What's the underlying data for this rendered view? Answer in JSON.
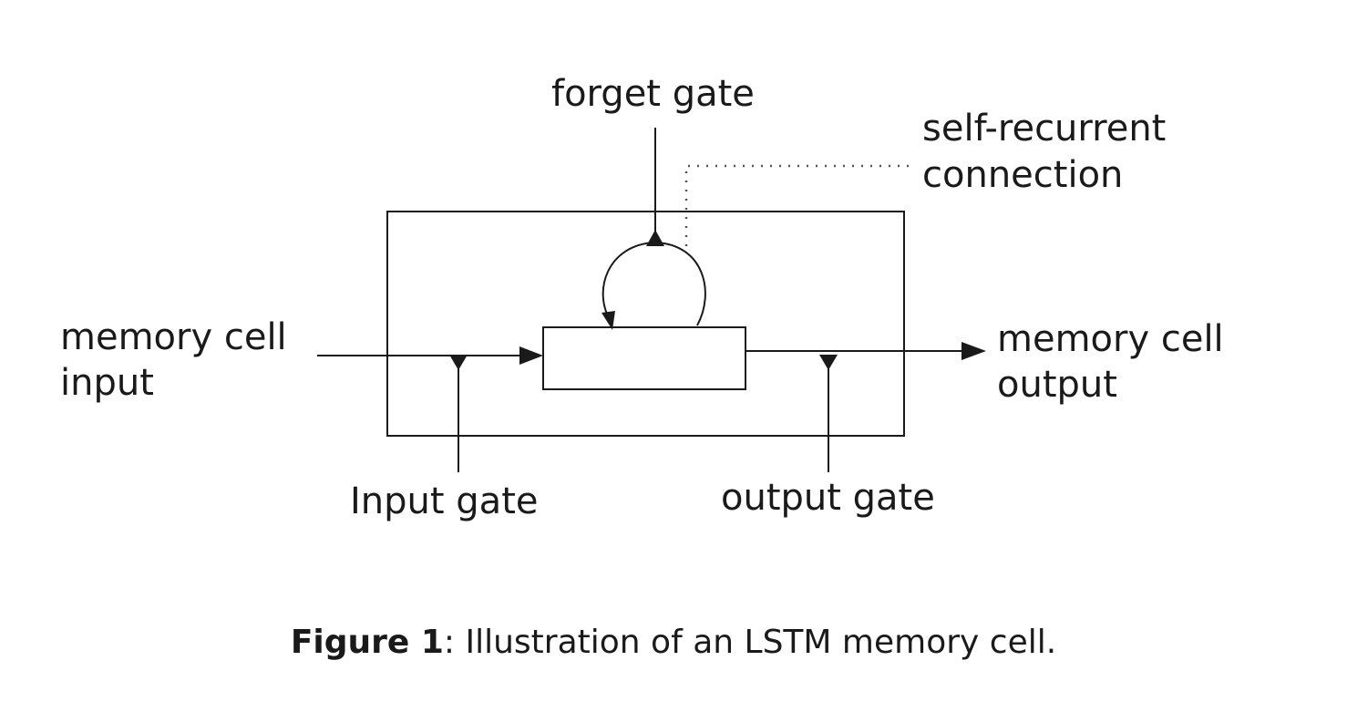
{
  "diagram": {
    "labels": {
      "forget_gate": "forget gate",
      "self_recurrent_line1": "self-recurrent",
      "self_recurrent_line2": "connection",
      "input_line1": "memory cell",
      "input_line2": "input",
      "output_line1": "memory cell",
      "output_line2": "output",
      "input_gate": "Input gate",
      "output_gate": "output gate"
    },
    "caption": {
      "figure_label": "Figure 1",
      "text": ": Illustration of an LSTM memory cell."
    }
  }
}
